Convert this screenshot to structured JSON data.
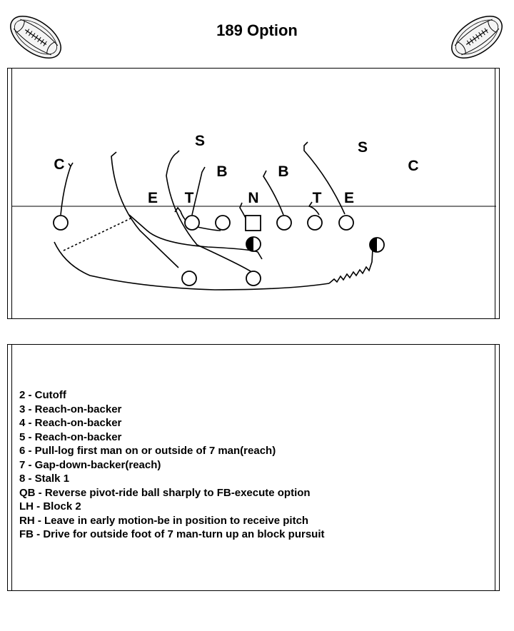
{
  "title": "189 Option",
  "defense_labels": {
    "s_left": "S",
    "s_right": "S",
    "c_left": "C",
    "c_right": "C",
    "b_left": "B",
    "b_right": "B",
    "e_left": "E",
    "t_left": "T",
    "n": "N",
    "t_right": "T",
    "e_right": "E"
  },
  "assignments": [
    "2 - Cutoff",
    "3 - Reach-on-backer",
    "4 - Reach-on-backer",
    "5 - Reach-on-backer",
    "6 - Pull-log first man on or outside of 7 man(reach)",
    "7 - Gap-down-backer(reach)",
    "8 - Stalk 1",
    "QB - Reverse pivot-ride ball sharply to FB-execute option",
    "LH - Block 2",
    "RH - Leave in early motion-be in position to receive pitch",
    "FB - Drive for outside foot of 7 man-turn up an block pursuit"
  ]
}
